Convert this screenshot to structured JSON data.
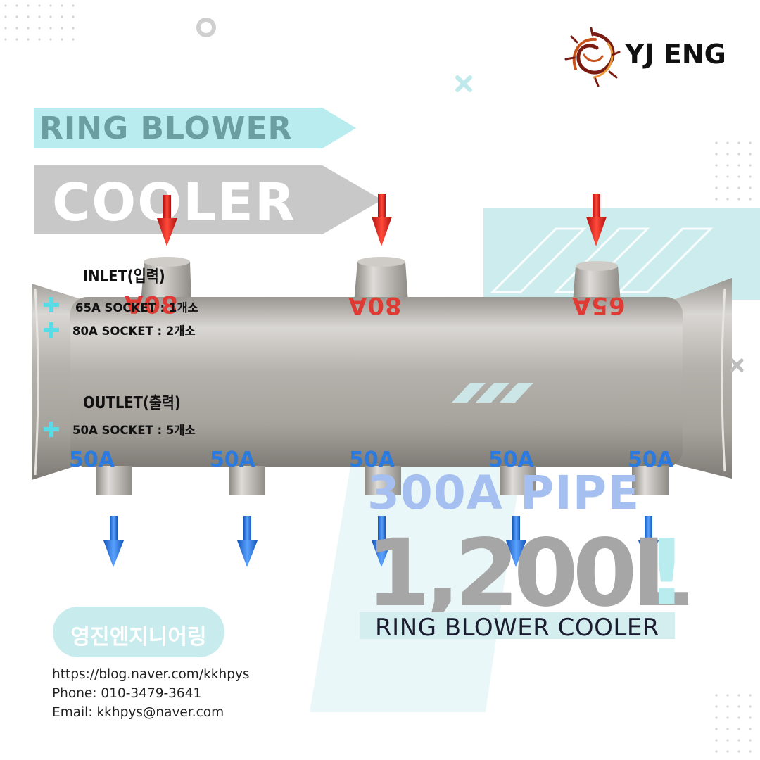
{
  "brand": {
    "name": "YJ ENG",
    "logo_colors": [
      "#7a1c12",
      "#c8531c",
      "#e89a3a"
    ]
  },
  "titles": {
    "ring_blower": "RING BLOWER",
    "cooler": "COOLER"
  },
  "inlet": {
    "heading": "INLET(입력)",
    "sockets": [
      "65A SOCKET : 1개소",
      "80A SOCKET : 2개소"
    ]
  },
  "outlet": {
    "heading": "OUTLET(출력)",
    "sockets": [
      "50A SOCKET : 5개소"
    ]
  },
  "port_markings": {
    "inlet": [
      "80A",
      "80A",
      "65A"
    ],
    "outlet": [
      "50A",
      "50A",
      "50A",
      "50A",
      "50A"
    ]
  },
  "spec": {
    "pipe": "300A PIPE",
    "capacity": "1,200L",
    "exclamation": "!",
    "product": "RING BLOWER COOLER"
  },
  "company": {
    "name": "영진엔지니어링",
    "blog": "https://blog.naver.com/kkhpys",
    "phone": "Phone: 010-3479-3641",
    "email": "Email: kkhpys@naver.com"
  },
  "colors": {
    "accent_teal": "#b9ecee",
    "inlet_arrow": "#e02020",
    "outlet_arrow": "#2a7ae0",
    "pipe_steel": "#b4b0ab"
  },
  "icons": [
    "plus-icon",
    "inlet-arrow-icon",
    "outlet-arrow-icon",
    "close-icon",
    "ring-icon",
    "hatch-icon"
  ]
}
